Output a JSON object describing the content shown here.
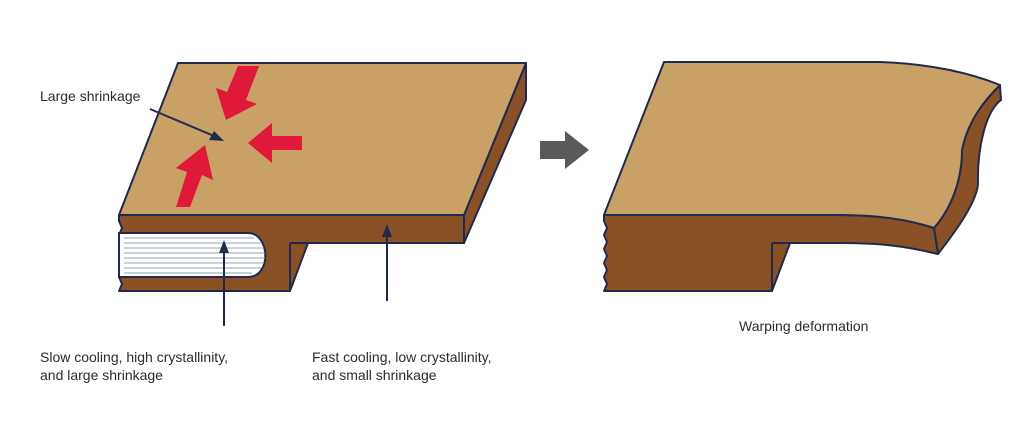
{
  "labels": {
    "large_shrinkage": "Large shrinkage",
    "slow_cooling_line1": "Slow cooling, high crystallinity,",
    "slow_cooling_line2": "and large shrinkage",
    "fast_cooling_line1": "Fast cooling, low crystallinity,",
    "fast_cooling_line2": "and small shrinkage",
    "warping": "Warping deformation"
  },
  "colors": {
    "top_face": "#c9a066",
    "side_face": "#8a5127",
    "outline": "#1f2a4d",
    "shrink_arrows": "#e0183a",
    "process_arrow": "#5a5a5a",
    "crystal_region": "#ffffff"
  }
}
